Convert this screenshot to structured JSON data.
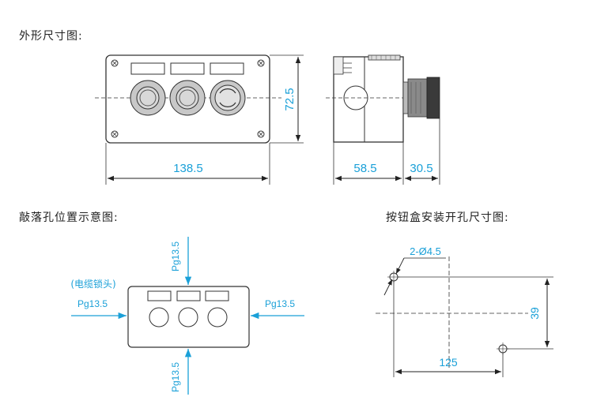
{
  "headings": {
    "outline": "外形尺寸图:",
    "knockouts": "敲落孔位置示意图:",
    "mounting": "按钮盒安装开孔尺寸图:"
  },
  "outline": {
    "width": "138.5",
    "height": "72.5",
    "depth_box": "58.5",
    "depth_button": "30.5"
  },
  "knockouts": {
    "cable_lock_label": "(电缆锁头)",
    "top": "Pg13.5",
    "bottom": "Pg13.5",
    "left": "Pg13.5",
    "right": "Pg13.5"
  },
  "mounting": {
    "holes": "2-Ø4.5",
    "spacing_x": "125",
    "spacing_y": "39"
  },
  "colors": {
    "dimension": "#1aa0d8",
    "line": "#333333",
    "button_face": "#c8c8c8"
  }
}
